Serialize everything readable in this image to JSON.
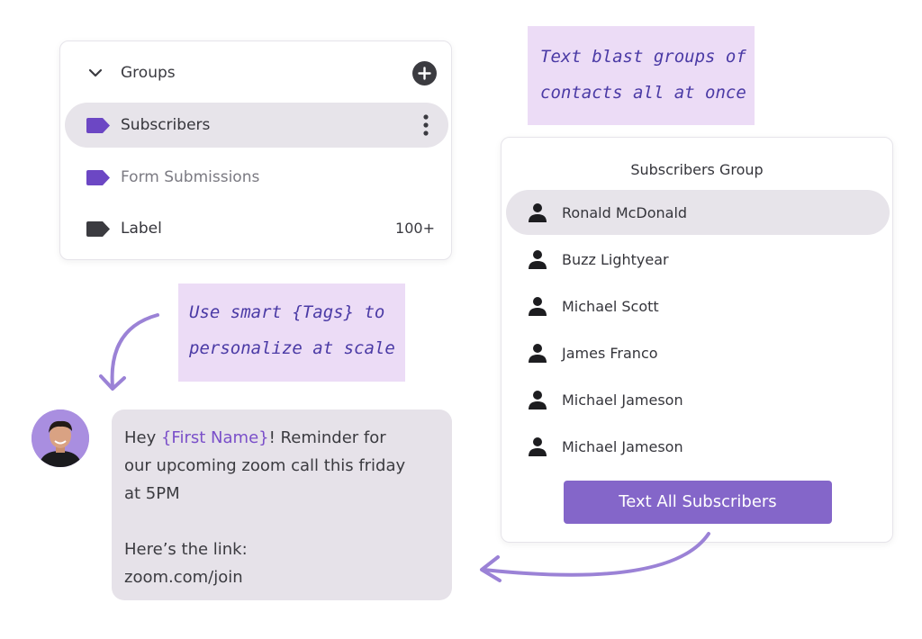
{
  "groups": {
    "title": "Groups",
    "items": [
      {
        "label": "Subscribers",
        "count": ""
      },
      {
        "label": "Form Submissions",
        "count": ""
      },
      {
        "label": "Label",
        "count": "100+"
      }
    ]
  },
  "notes": {
    "note1": {
      "line1": "Text blast groups of",
      "line2": "contacts all at once"
    },
    "note2": {
      "line1": "Use smart {Tags} to",
      "line2": "personalize at scale"
    }
  },
  "subscribers": {
    "title": "Subscribers Group",
    "contacts": [
      "Ronald McDonald",
      "Buzz Lightyear",
      "Michael Scott",
      "James Franco",
      "Michael Jameson",
      "Michael Jameson"
    ],
    "button_label": "Text All Subscribers"
  },
  "message": {
    "prefix": "Hey ",
    "tag": "{First Name}",
    "line1_suffix": "! Reminder for",
    "line2": "our upcoming zoom call this friday",
    "line3": "at 5PM",
    "line4": "Here’s the link:",
    "line5": "zoom.com/join"
  },
  "colors": {
    "accent": "#8466c9",
    "tag_purple": "#6c47c4",
    "note_bg": "#ecdcf6",
    "bubble_bg": "#e6e2e9",
    "selected_row": "#e7e4ea"
  },
  "icons": {
    "chevron": "chevron-down-icon",
    "add": "plus-circle-icon",
    "tag": "label-tag-icon",
    "more": "more-vertical-icon",
    "person": "person-icon"
  }
}
